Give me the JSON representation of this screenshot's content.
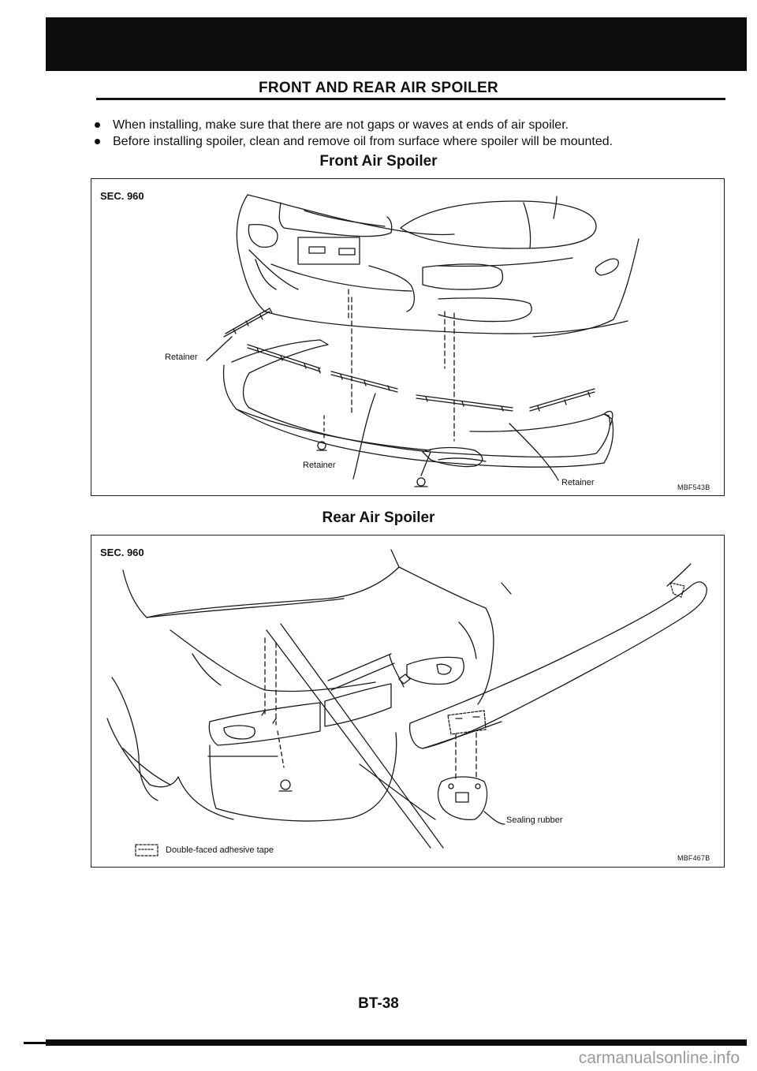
{
  "header": {
    "title": "FRONT AND REAR AIR SPOILER"
  },
  "instructions": [
    "When installing, make sure that there are not gaps or waves at ends of air spoiler.",
    "Before installing spoiler, clean and remove oil from surface where spoiler will be mounted."
  ],
  "front": {
    "heading": "Front Air Spoiler",
    "section": "SEC. 960",
    "callouts": [
      "Retainer",
      "Retainer",
      "Retainer"
    ],
    "code": "MBF543B"
  },
  "rear": {
    "heading": "Rear Air Spoiler",
    "section": "SEC. 960",
    "sealing": "Sealing rubber",
    "tape_legend": "Double-faced adhesive tape",
    "code": "MBF467B"
  },
  "footer": {
    "page_number": "BT-38",
    "watermark": "carmanualsonline.info"
  }
}
